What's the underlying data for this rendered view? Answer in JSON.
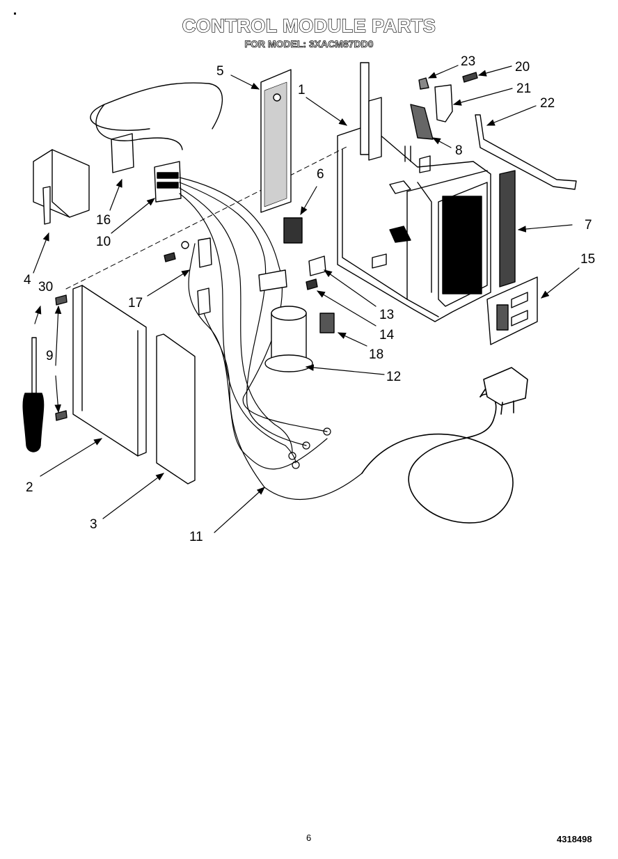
{
  "header": {
    "title": "CONTROL MODULE PARTS",
    "subtitle": "FOR MODEL: 3XACM87DD0"
  },
  "callouts": [
    "1",
    "2",
    "3",
    "4",
    "5",
    "6",
    "7",
    "8",
    "9",
    "10",
    "11",
    "12",
    "13",
    "14",
    "15",
    "16",
    "17",
    "18",
    "20",
    "21",
    "22",
    "23",
    "30"
  ],
  "footer": {
    "page_number": "6",
    "document_number": "4318498"
  }
}
